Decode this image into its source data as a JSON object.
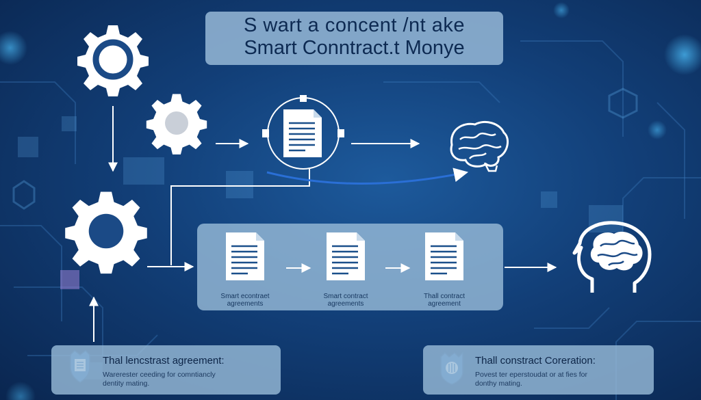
{
  "title": {
    "line1": "S wart a concent /nt ake",
    "line2": "Smart Conntract.t Monye"
  },
  "documents": [
    {
      "label_line1": "Smart econtraet",
      "label_line2": "agreements"
    },
    {
      "label_line1": "Smart contract",
      "label_line2": "agreements"
    },
    {
      "label_line1": "Thall contract",
      "label_line2": "agreement"
    }
  ],
  "notes": [
    {
      "title": "Thal lencstrast agreement:",
      "text_line1": "Warerester ceeding for comntiancly",
      "text_line2": "dentity mating."
    },
    {
      "title": "Thall constract Coreration:",
      "text_line1": "Povest ter eperstoudat or at fies for",
      "text_line2": "donthy mating."
    }
  ],
  "icons": {
    "gear": "gear-icon",
    "document": "document-icon",
    "brain": "brain-icon",
    "head": "human-head-brain-icon",
    "badge": "contract-badge-icon",
    "arrow": "arrow-right-icon"
  },
  "colors": {
    "background": "#123f78",
    "panel": "#96b9d7",
    "icon": "#ffffff",
    "ink": "#0d2a52"
  }
}
